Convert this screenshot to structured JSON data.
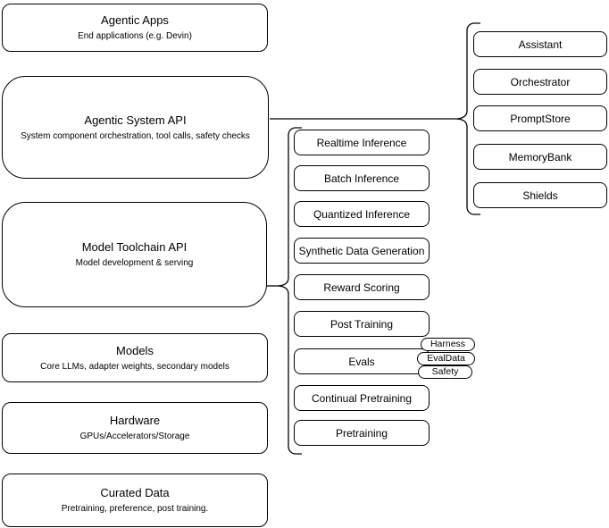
{
  "stack": {
    "boxes": [
      {
        "title": "Agentic Apps",
        "subtitle": "End applications (e.g. Devin)"
      },
      {
        "title": "Agentic System API",
        "subtitle": "System component orchestration, tool calls, safety checks"
      },
      {
        "title": "Model Toolchain API",
        "subtitle": "Model development & serving"
      },
      {
        "title": "Models",
        "subtitle": "Core LLMs, adapter weights, secondary models"
      },
      {
        "title": "Hardware",
        "subtitle": "GPUs/Accelerators/Storage"
      },
      {
        "title": "Curated Data",
        "subtitle": "Pretraining, preference, post training."
      }
    ]
  },
  "toolchain": {
    "items": [
      "Realtime Inference",
      "Batch Inference",
      "Quantized Inference",
      "Synthetic Data Generation",
      "Reward Scoring",
      "Post Training",
      "Evals",
      "Continual Pretraining",
      "Pretraining"
    ],
    "evals_tags": [
      "Harness",
      "EvalData",
      "Safety"
    ]
  },
  "system": {
    "items": [
      "Assistant",
      "Orchestrator",
      "PromptStore",
      "MemoryBank",
      "Shields"
    ]
  },
  "colors": {
    "stroke": "#000000",
    "canvas": "#ffffff",
    "node_fill": "#ffffff"
  }
}
